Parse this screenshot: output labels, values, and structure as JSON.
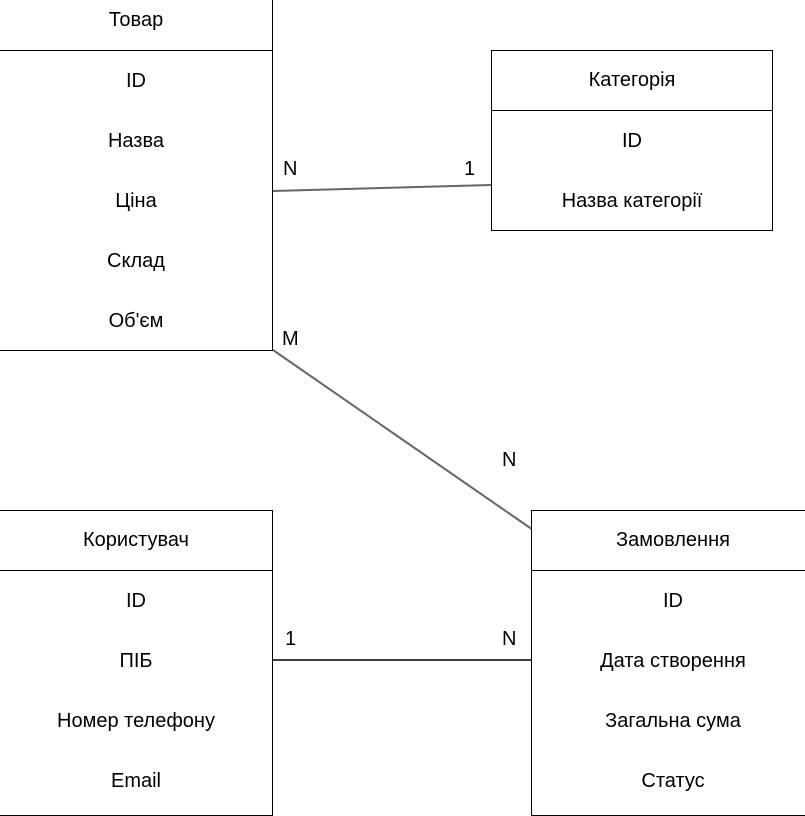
{
  "entities": {
    "product": {
      "title": "Товар",
      "attributes": [
        "ID",
        "Назва",
        "Ціна",
        "Склад",
        "Об'єм"
      ]
    },
    "category": {
      "title": "Категорія",
      "attributes": [
        "ID",
        "Назва категорії"
      ]
    },
    "user": {
      "title": "Користувач",
      "attributes": [
        "ID",
        "ПІБ",
        "Номер телефону",
        "Email"
      ]
    },
    "order": {
      "title": "Замовлення",
      "attributes": [
        "ID",
        "Дата створення",
        "Загальна сума",
        "Статус"
      ]
    }
  },
  "relations": {
    "product_category": {
      "from_card": "N",
      "to_card": "1"
    },
    "product_order": {
      "from_card": "M",
      "to_card": "N"
    },
    "user_order": {
      "from_card": "1",
      "to_card": "N"
    }
  },
  "colors": {
    "line": "#666666",
    "border": "#000000"
  }
}
